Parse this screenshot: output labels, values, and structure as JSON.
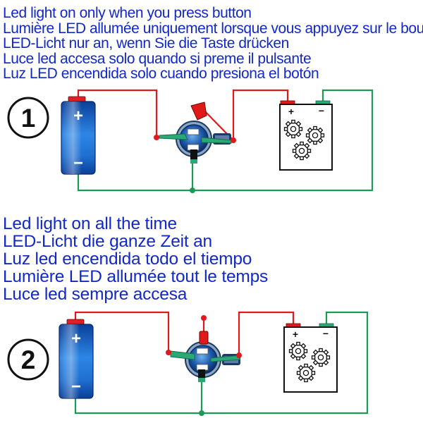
{
  "circuits": [
    {
      "number": "1",
      "captions": [
        "Led light on only when you press button",
        "Lumière LED allumée uniquement lorsque vous appuyez sur le bouton",
        "LED-Licht nur an, wenn Sie die Taste drücken",
        "Luce led accesa solo quando si preme il pulsante",
        "Luz LED encendida solo cuando presiona el botón"
      ],
      "battery": {
        "positive": "+",
        "negative": "−"
      },
      "load": {
        "positive": "+",
        "negative": "−"
      }
    },
    {
      "number": "2",
      "captions": [
        "Led light on all the time",
        "LED-Licht die ganze Zeit an",
        "Luz led encendida todo el tiempo",
        "Lumière LED allumée tout le temps",
        "Luce led sempre accesa"
      ],
      "battery": {
        "positive": "+",
        "negative": "−"
      },
      "load": {
        "positive": "+",
        "negative": "−"
      }
    }
  ],
  "colors": {
    "text": "#1228c8",
    "wire_positive": "#e01a1a",
    "wire_negative": "#1a9a55",
    "battery_top": "#0a3f98",
    "battery_mid": "#2d86e6",
    "battery_bottom": "#0a3f98",
    "battery_cap": "#e02020",
    "switch_body": "#1a56a8",
    "switch_ring": "#1c3a66",
    "terminal_green": "#2aa876",
    "outline": "#111111"
  }
}
